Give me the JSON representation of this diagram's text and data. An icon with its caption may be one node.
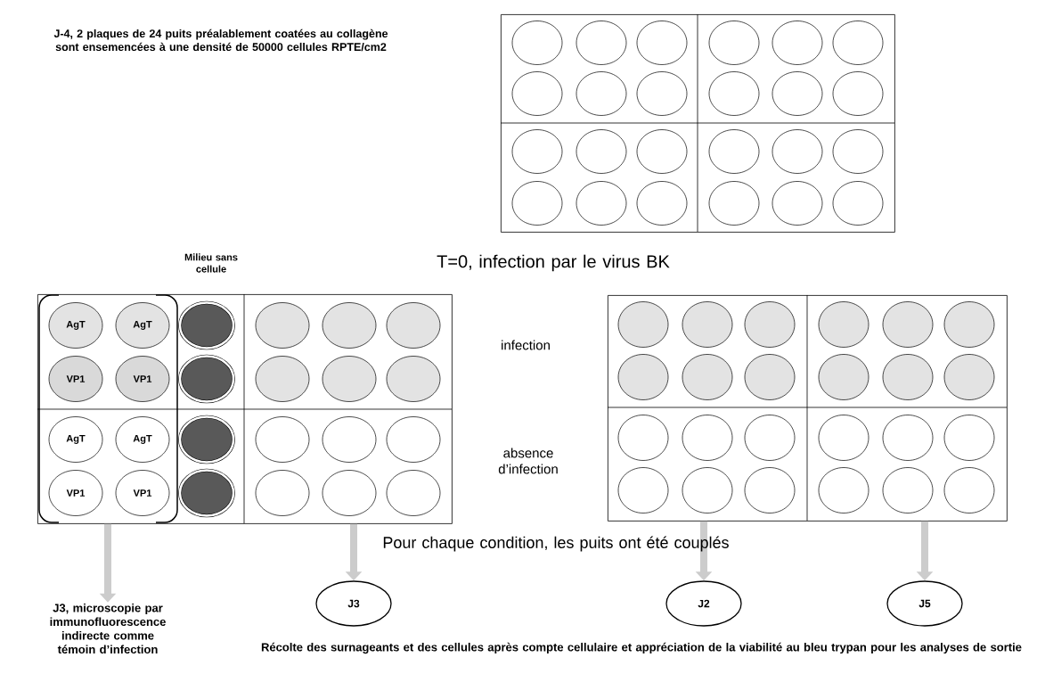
{
  "diagram": {
    "nodes": [
      {
        "text": [],
        "shape": "box"
      },
      {
        "text": [],
        "shape": "circle",
        "in": 0
      },
      {
        "text": [],
        "shape": "circle",
        "in": 0
      },
      {
        "text": [],
        "shape": "circle",
        "in": 0
      },
      {
        "text": [],
        "shape": "circle",
        "in": 0
      },
      {
        "text": [],
        "shape": "circle",
        "in": 0
      },
      {
        "text": [],
        "shape": "circle",
        "in": 0
      },
      {
        "text": [],
        "shape": "circle",
        "in": 0
      },
      {
        "text": [],
        "shape": "circle",
        "in": 0
      },
      {
        "text": [],
        "shape": "circle",
        "in": 0
      },
      {
        "text": [],
        "shape": "circle",
        "in": 0
      },
      {
        "text": [],
        "shape": "circle",
        "in": 0
      },
      {
        "text": [],
        "shape": "circle",
        "in": 0
      },
      {
        "text": [],
        "shape": "circle",
        "in": 0
      },
      {
        "text": [],
        "shape": "circle",
        "in": 0
      },
      {
        "text": [],
        "shape": "circle",
        "in": 0
      },
      {
        "text": [],
        "shape": "circle",
        "in": 0
      },
      {
        "text": [],
        "shape": "circle",
        "in": 0
      },
      {
        "text": [],
        "shape": "circle",
        "in": 0
      },
      {
        "text": [],
        "shape": "circle",
        "in": 0
      },
      {
        "text": [],
        "shape": "circle",
        "in": 0
      },
      {
        "text": [],
        "shape": "circle",
        "in": 0
      },
      {
        "text": [],
        "shape": "circle",
        "in": 0
      },
      {
        "text": [],
        "shape": "circle",
        "in": 0
      },
      {
        "text": [],
        "shape": "circle",
        "in": 0
      },
      {
        "text": [],
        "shape": "box"
      },
      {
        "text": [
          "AgT"
        ],
        "in": 25
      },
      {
        "text": [
          "AgT"
        ],
        "in": 25
      },
      {
        "text": [],
        "shape": "circle",
        "in": 25
      },
      {
        "text": [],
        "shape": "circle",
        "in": 25
      },
      {
        "text": [],
        "shape": "circle",
        "in": 25
      },
      {
        "text": [],
        "shape": "circle",
        "in": 25
      },
      {
        "text": [
          "VP1"
        ],
        "in": 25
      },
      {
        "text": [
          "VP1"
        ],
        "in": 25
      },
      {
        "text": [],
        "shape": "circle",
        "in": 25
      },
      {
        "text": [],
        "shape": "circle",
        "in": 25
      },
      {
        "text": [],
        "shape": "circle",
        "in": 25
      },
      {
        "text": [],
        "shape": "circle",
        "in": 25
      },
      {
        "text": [
          "AgT"
        ],
        "in": 25
      },
      {
        "text": [
          "AgT"
        ],
        "in": 25
      },
      {
        "text": [],
        "shape": "circle",
        "in": 25
      },
      {
        "text": [],
        "shape": "circle",
        "in": 25
      },
      {
        "text": [],
        "shape": "circle",
        "in": 25
      },
      {
        "text": [],
        "shape": "circle",
        "in": 25
      },
      {
        "text": [
          "VP1"
        ],
        "in": 25
      },
      {
        "text": [
          "VP1"
        ],
        "in": 25
      },
      {
        "text": [],
        "shape": "circle",
        "in": 25
      },
      {
        "text": [],
        "shape": "circle",
        "in": 25
      },
      {
        "text": [],
        "shape": "circle",
        "in": 25
      },
      {
        "text": [],
        "shape": "circle",
        "in": 25
      },
      {
        "text": [],
        "shape": "box"
      },
      {
        "text": [],
        "shape": "circle",
        "in": 50
      },
      {
        "text": [],
        "shape": "circle",
        "in": 50
      },
      {
        "text": [],
        "shape": "circle",
        "in": 50
      },
      {
        "text": [],
        "shape": "circle",
        "in": 50
      },
      {
        "text": [],
        "shape": "circle",
        "in": 50
      },
      {
        "text": [],
        "shape": "circle",
        "in": 50
      },
      {
        "text": [],
        "shape": "circle",
        "in": 50
      },
      {
        "text": [],
        "shape": "circle",
        "in": 50
      },
      {
        "text": [],
        "shape": "circle",
        "in": 50
      },
      {
        "text": [],
        "shape": "circle",
        "in": 50
      },
      {
        "text": [],
        "shape": "circle",
        "in": 50
      },
      {
        "text": [],
        "shape": "circle",
        "in": 50
      },
      {
        "text": [],
        "shape": "circle",
        "in": 50
      },
      {
        "text": [],
        "shape": "circle",
        "in": 50
      },
      {
        "text": [],
        "shape": "circle",
        "in": 50
      },
      {
        "text": [],
        "shape": "circle",
        "in": 50
      },
      {
        "text": [],
        "shape": "circle",
        "in": 50
      },
      {
        "text": [],
        "shape": "circle",
        "in": 50
      },
      {
        "text": [],
        "shape": "circle",
        "in": 50
      },
      {
        "text": [],
        "shape": "circle",
        "in": 50
      },
      {
        "text": [],
        "shape": "circle",
        "in": 50
      },
      {
        "text": [],
        "shape": "circle",
        "in": 50
      },
      {
        "text": [],
        "shape": "circle",
        "in": 50
      },
      {
        "text": [],
        "shape": "circle",
        "in": 50
      },
      {
        "text": [
          "J3, microscopie par immunofluorescence indirecte comme témoin d’infection"
        ]
      },
      {
        "text": [
          "J3"
        ]
      },
      {
        "text": [
          "J2"
        ]
      },
      {
        "text": [
          "J5"
        ]
      }
    ],
    "edges": [
      {
        "from": 25,
        "to": 75,
        "arrow": "to"
      },
      {
        "from": 25,
        "to": 76,
        "arrow": "to"
      },
      {
        "from": 50,
        "to": 77,
        "arrow": "to"
      },
      {
        "from": 50,
        "to": 78,
        "arrow": "to"
      }
    ],
    "labels": [
      "J-4, 2 plaques de 24 puits préalablement coatées au collagène sont ensemencées à une densité de 50000 cellules RPTE/cm2",
      "Milieu sans cellule",
      "T=0, infection par le virus BK",
      "infection",
      "absence d’infection",
      "Pour chaque condition, les puits ont été couplés",
      "Récolte des surnageants et des cellules après compte cellulaire et appréciation de la viabilité au bleu trypan pour les analyses de sortie"
    ]
  }
}
